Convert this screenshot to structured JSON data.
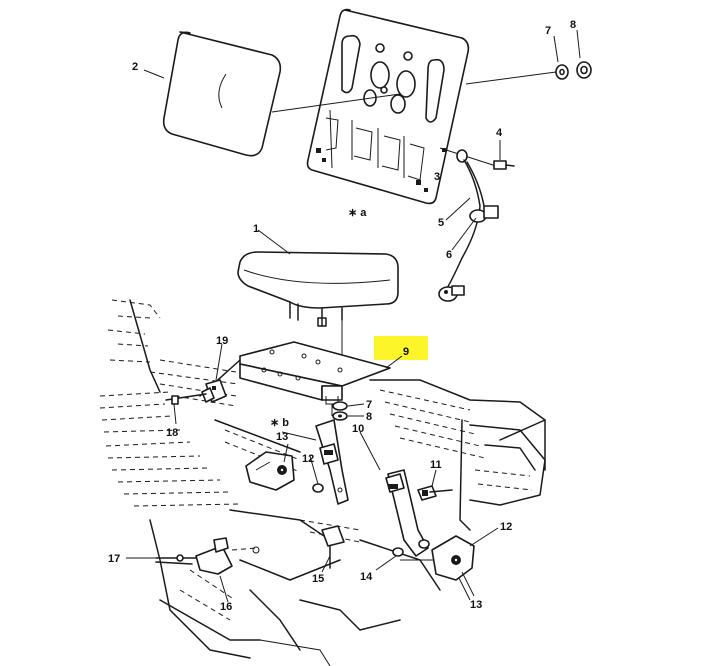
{
  "callouts": {
    "c1": "1",
    "c2": "2",
    "c3": "3",
    "c4": "4",
    "c5": "5",
    "c6": "6",
    "c7a": "7",
    "c8a": "8",
    "c7b": "7",
    "c8b": "8",
    "c9": "9",
    "c10": "10",
    "c11": "11",
    "c12a": "12",
    "c12b": "12",
    "c13a": "13",
    "c13b": "13",
    "c14": "14",
    "c15": "15",
    "c16": "16",
    "c17": "17",
    "c18": "18",
    "c19": "19",
    "star_a": "∗ a",
    "star_b": "∗ b"
  },
  "highlight_color": "#fbf52a"
}
